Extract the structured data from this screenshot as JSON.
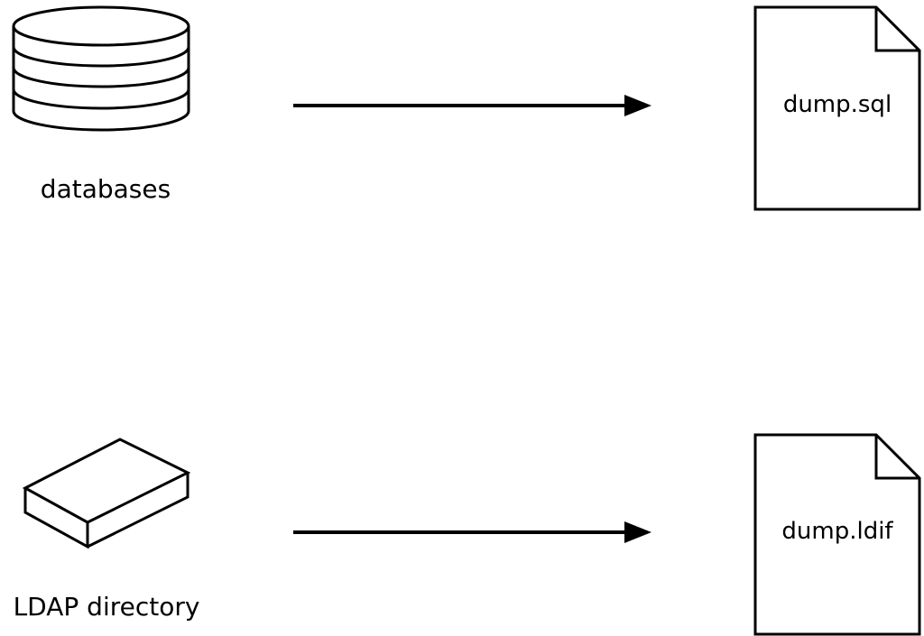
{
  "diagram": {
    "background_color": "#ffffff",
    "line_color": "#000000",
    "rows": [
      {
        "source_icon": "database-cylinder",
        "source_label": "databases",
        "connector": "arrow-right",
        "target_icon": "document",
        "target_label": "dump.sql"
      },
      {
        "source_icon": "box-3d",
        "source_label": "LDAP directory",
        "connector": "arrow-right",
        "target_icon": "document",
        "target_label": "dump.ldif"
      }
    ]
  }
}
